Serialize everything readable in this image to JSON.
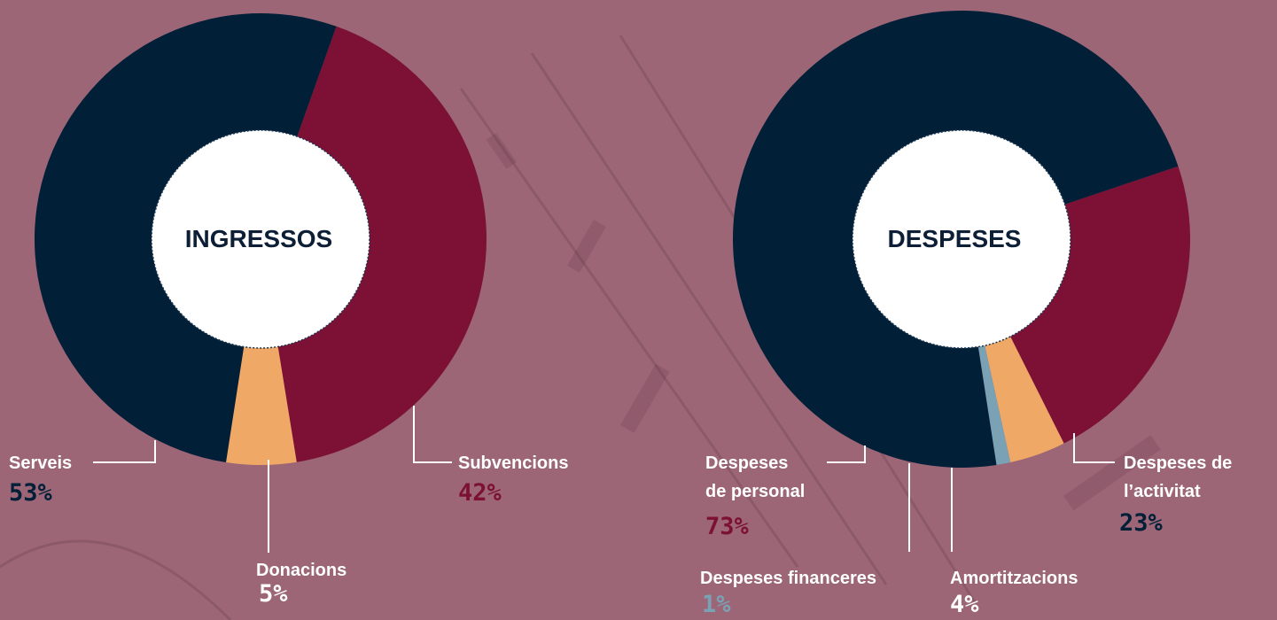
{
  "colors": {
    "background": "#9c6677",
    "navy": "#011f37",
    "maroon": "#7c1035",
    "orange": "#f0a866",
    "steel": "#7aa1b4",
    "label": "#ffffff"
  },
  "chart_data": [
    {
      "type": "pie",
      "title": "INGRESSOS",
      "slices": [
        {
          "label": "Subvencions",
          "value": 42,
          "value_text": "42%",
          "color": "#7c1035"
        },
        {
          "label": "Donacions",
          "value": 5,
          "value_text": "5%",
          "color": "#f0a866"
        },
        {
          "label": "Serveis",
          "value": 53,
          "value_text": "53%",
          "color": "#011f37"
        }
      ]
    },
    {
      "type": "pie",
      "title": "DESPESES",
      "slices": [
        {
          "label": "Despeses de l’activitat",
          "label_lines": [
            "Despeses de",
            "l’activitat"
          ],
          "value": 23,
          "value_text": "23%",
          "color": "#7c1035"
        },
        {
          "label": "Amortitzacions",
          "label_lines": [
            "Amortitzacions"
          ],
          "value": 4,
          "value_text": "4%",
          "color": "#f0a866"
        },
        {
          "label": "Despeses financeres",
          "label_lines": [
            "Despeses financeres"
          ],
          "value": 1,
          "value_text": "1%",
          "color": "#7aa1b4"
        },
        {
          "label": "Despeses de personal",
          "label_lines": [
            "Despeses",
            "de personal"
          ],
          "value": 73,
          "value_text": "73%",
          "color": "#011f37"
        }
      ]
    }
  ]
}
